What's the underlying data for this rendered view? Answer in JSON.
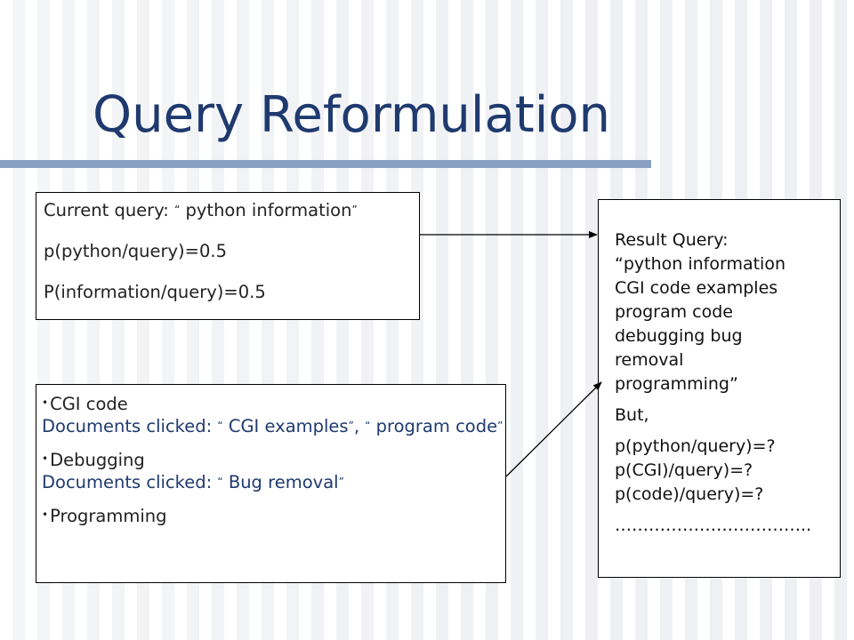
{
  "slide": {
    "title": "Query Reformulation"
  },
  "current_query_box": {
    "label": "Current query: ",
    "open_quote": "“",
    "query": " python information",
    "close_quote": "”",
    "line2": "p(python/query)=0.5",
    "line3": "P(information/query)=0.5"
  },
  "clicked_box": {
    "bullet": "•",
    "items": [
      {
        "heading": "CGI code",
        "detail_prefix": "Documents clicked: ",
        "q1_open": "“",
        "q1_text": " CGI examples",
        "q1_close": "”",
        "sep": ", ",
        "q2_open": "“",
        "q2_text": " program code",
        "q2_close": "”"
      },
      {
        "heading": "Debugging",
        "detail_prefix": "Documents clicked: ",
        "q1_open": "“",
        "q1_text": " Bug removal",
        "q1_close": "”"
      },
      {
        "heading": "Programming"
      }
    ]
  },
  "result_box": {
    "lines1": [
      "Result Query:",
      "“python information",
      "CGI code examples",
      "program code",
      "debugging bug",
      "removal",
      "programming”"
    ],
    "line_but": "But,",
    "lines2": [
      "p(python/query)=?",
      "p(CGI)/query)=?",
      "p(code)/query)=?"
    ],
    "line_dots": "…………………………….."
  },
  "colors": {
    "title": "#1f3a6e",
    "rule": "#8aa1c4",
    "detail_text": "#1f3a6e"
  }
}
